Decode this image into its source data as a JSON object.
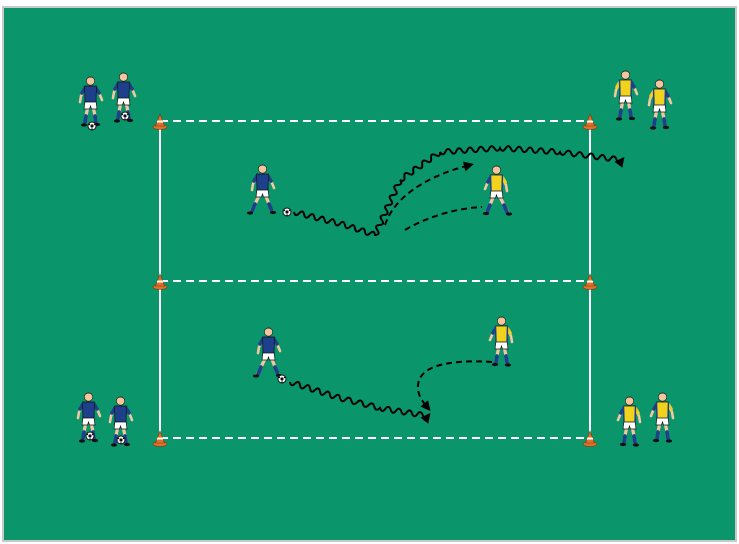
{
  "colors": {
    "pitch": "#0a956a",
    "pitch_border": "#c9c9c9",
    "lines": "#ffffff",
    "arrow": "#000000",
    "cone": "#e0702a",
    "cone_stripe": "#ffffff",
    "team_blue_shirt": "#1e3f8a",
    "team_blue_shorts": "#ffffff",
    "team_yellow_shirt": "#f1d21e",
    "team_yellow_trim": "#1e3f8a",
    "skin": "#f2c7a0",
    "hair": "#2a1a10",
    "socks": "#1e3f8a",
    "ball": "#ffffff"
  },
  "icons": {
    "cone": "training-cone-icon",
    "ball": "football-icon",
    "player_blue": "blue-team-player-icon",
    "player_yellow": "yellow-team-player-icon"
  },
  "diagram": {
    "grid_zones": 2,
    "arrows": {
      "dribble": "wavy-arrow",
      "run": "dashed-arrow"
    }
  }
}
